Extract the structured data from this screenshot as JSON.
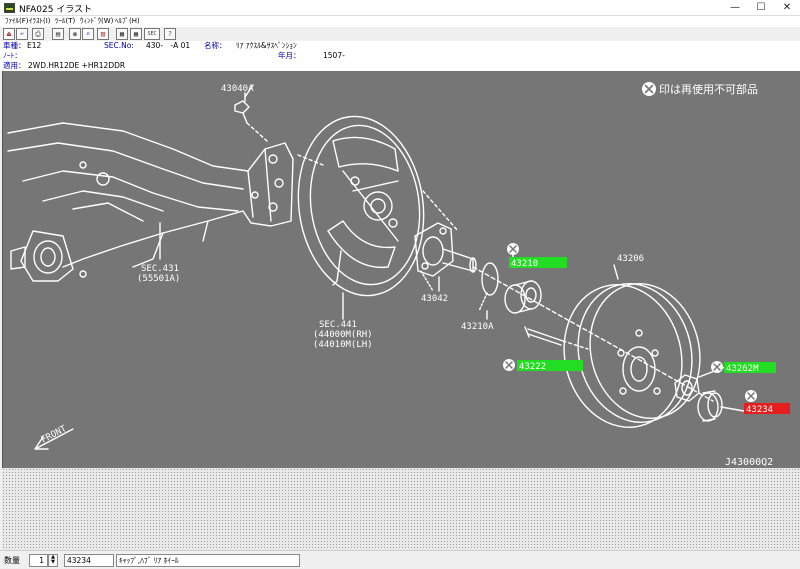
{
  "window": {
    "title": "NFA025 イラスト",
    "controls": {
      "minimize": "—",
      "maximize": "☐",
      "close": "✕"
    }
  },
  "menu": [
    {
      "label": "ﾌｧｲﾙ(F)"
    },
    {
      "label": "ｲﾗｽﾄ(I)"
    },
    {
      "label": "ﾂｰﾙ(T)"
    },
    {
      "label": "ｳｨﾝﾄﾞｳ(W)"
    },
    {
      "label": "ﾍﾙﾌﾟ(H)"
    }
  ],
  "toolbar": [
    {
      "icon": "exit-icon",
      "glyph": "⏏"
    },
    {
      "icon": "undo-icon",
      "glyph": "↶"
    },
    {
      "icon": "print-icon",
      "glyph": "⎙"
    },
    {
      "icon": "list-icon",
      "glyph": "▤"
    },
    {
      "icon": "circle-icon",
      "glyph": "●"
    },
    {
      "icon": "zoom-icon",
      "glyph": "⌕"
    },
    {
      "icon": "book-icon",
      "glyph": "▥"
    },
    {
      "icon": "grid-icon",
      "glyph": "▦"
    },
    {
      "icon": "grid2-icon",
      "glyph": "▦"
    },
    {
      "icon": "sec-icon",
      "glyph": "SEC"
    },
    {
      "icon": "help-icon",
      "glyph": "?"
    }
  ],
  "info": {
    "model_label": "車種：",
    "model_value": "E12",
    "sec_label": "SEC.No:",
    "sec_value": "430-　-A 01",
    "name_label": "名称：",
    "name_value": "ﾘｱ ｱｸｽﾙ&ｻｽﾍﾟﾝｼｮﾝ",
    "note_label": "ﾉｰﾄ：",
    "year_label": "年月：",
    "year_value": "1507-",
    "apply_label": "適用：",
    "apply_value": "2WD.HR12DE +HR12DDR"
  },
  "diagram": {
    "legend_text": "印は再使用不可部品",
    "figure_code": "J43000Q2",
    "front_label": "FRONT",
    "callouts": [
      {
        "code": "43040A"
      },
      {
        "code": "SEC.431"
      },
      {
        "code": "(55501A)"
      },
      {
        "code": "SEC.441"
      },
      {
        "code": "(44000M(RH)"
      },
      {
        "code": "(44010M(LH)"
      },
      {
        "code": "43042"
      },
      {
        "code": "43210A"
      },
      {
        "code": "43206"
      },
      {
        "code": "43210",
        "highlight": "green"
      },
      {
        "code": "43222",
        "highlight": "green"
      },
      {
        "code": "43262M",
        "highlight": "green"
      },
      {
        "code": "43234",
        "highlight": "red"
      }
    ],
    "colors": {
      "background": "#767676",
      "line": "#ffffff",
      "green": "#22dd22",
      "red": "#e51e1e"
    }
  },
  "status": {
    "quantity_label": "数量",
    "quantity_value": "1",
    "part_no": "43234",
    "part_name": "ｷｬｯﾌﾟ,ﾊﾌﾞ ﾘｱ ﾎｲｰﾙ"
  }
}
